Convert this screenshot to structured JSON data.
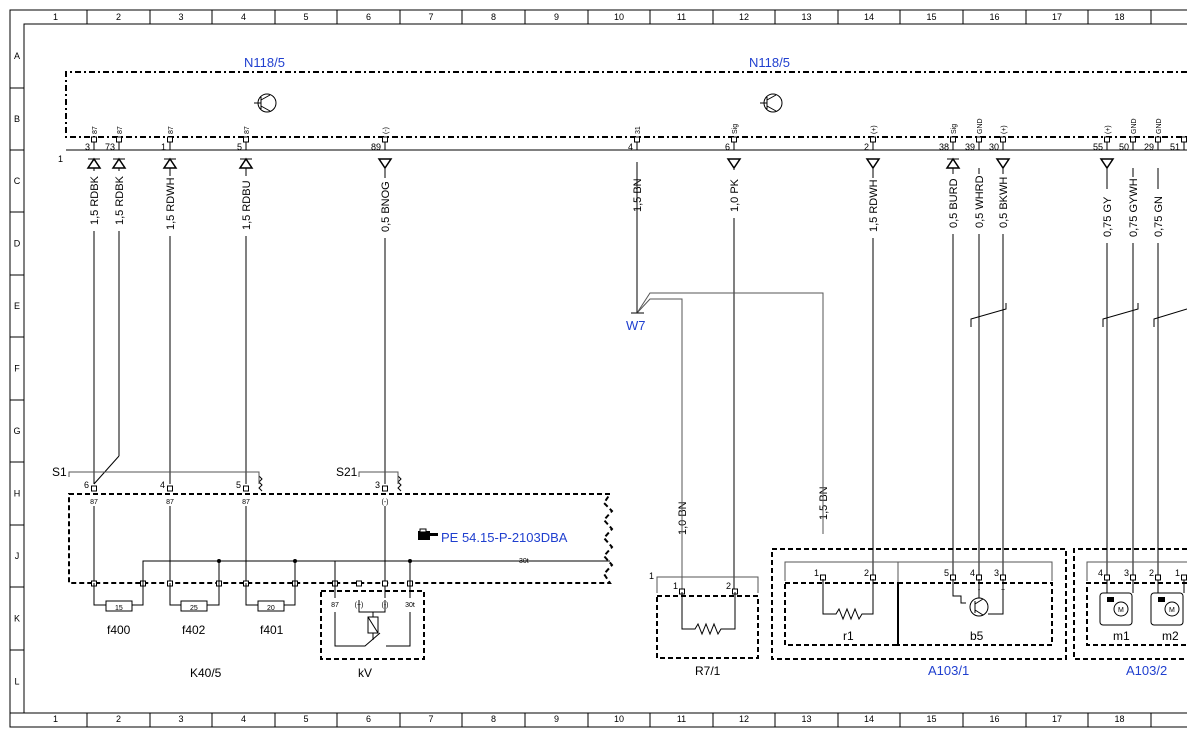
{
  "border": {
    "columns": [
      "1",
      "2",
      "3",
      "4",
      "5",
      "6",
      "7",
      "8",
      "9",
      "10",
      "11",
      "12",
      "13",
      "14",
      "15",
      "16",
      "17",
      "18"
    ],
    "rows": [
      "A",
      "B",
      "C",
      "D",
      "E",
      "F",
      "G",
      "H",
      "J",
      "K",
      "L"
    ]
  },
  "blocks": {
    "n118_left": "N118/5",
    "n118_right": "N118/5",
    "connector_pin": "1",
    "w7": "W7",
    "s1": "S1",
    "s21": "S21",
    "pe_ref": "PE 54.15-P-2103DBA",
    "k40": "K40/5",
    "kv": "kV",
    "r7": "R7/1",
    "r7_pin": "1",
    "a103_1": "A103/1",
    "a103_2": "A103/2",
    "r1": "r1",
    "b5": "b5",
    "m1": "m1",
    "m2": "m2",
    "f400": "f400",
    "f402": "f402",
    "f401": "f401",
    "fuse15": "15",
    "fuse25": "25",
    "fuse20": "20",
    "t30": "30t"
  },
  "n118_pins": [
    {
      "pin": "3",
      "term": "87"
    },
    {
      "pin": "73",
      "term": "87"
    },
    {
      "pin": "1",
      "term": "87"
    },
    {
      "pin": "5",
      "term": "87"
    },
    {
      "pin": "89",
      "term": "(-)"
    },
    {
      "pin": "4",
      "term": "31"
    },
    {
      "pin": "6",
      "term": "Sig"
    },
    {
      "pin": "2",
      "term": "(+)"
    },
    {
      "pin": "38",
      "term": "Sig"
    },
    {
      "pin": "39",
      "term": "GND"
    },
    {
      "pin": "30",
      "term": "(+)"
    },
    {
      "pin": "55",
      "term": "(+)"
    },
    {
      "pin": "50",
      "term": "GND"
    },
    {
      "pin": "29",
      "term": "GND"
    },
    {
      "pin": "51",
      "term": ""
    }
  ],
  "wires": [
    "1,5 RDBK",
    "1,5 RDBK",
    "1,5 RDWH",
    "1,5 RDBU",
    "0,5 BNOG",
    "1,5 BN",
    "1,0 PK",
    "1,5 RDWH",
    "0,5 BURD",
    "0,5 WHRD",
    "0,5 BKWH",
    "0,75 GY",
    "0,75 GYWH",
    "0,75 GN",
    "1,0 BN",
    "1,5 BN"
  ],
  "relay_pins": {
    "s1": [
      {
        "pin": "6",
        "term": "87"
      },
      {
        "pin": "4",
        "term": "87"
      },
      {
        "pin": "5",
        "term": "87"
      }
    ],
    "s21": {
      "pin": "3",
      "term": "(-)"
    },
    "kv": [
      "87",
      "(+)",
      "(-)",
      "30t"
    ]
  },
  "r7_pins": [
    "1",
    "2"
  ],
  "a103_1_pins": [
    {
      "pin": "1"
    },
    {
      "pin": "2"
    },
    {
      "pin": "5"
    },
    {
      "pin": "4",
      "term": "-"
    },
    {
      "pin": "3",
      "term": "+"
    }
  ],
  "a103_2_pins": [
    "4",
    "3",
    "2",
    "1"
  ]
}
